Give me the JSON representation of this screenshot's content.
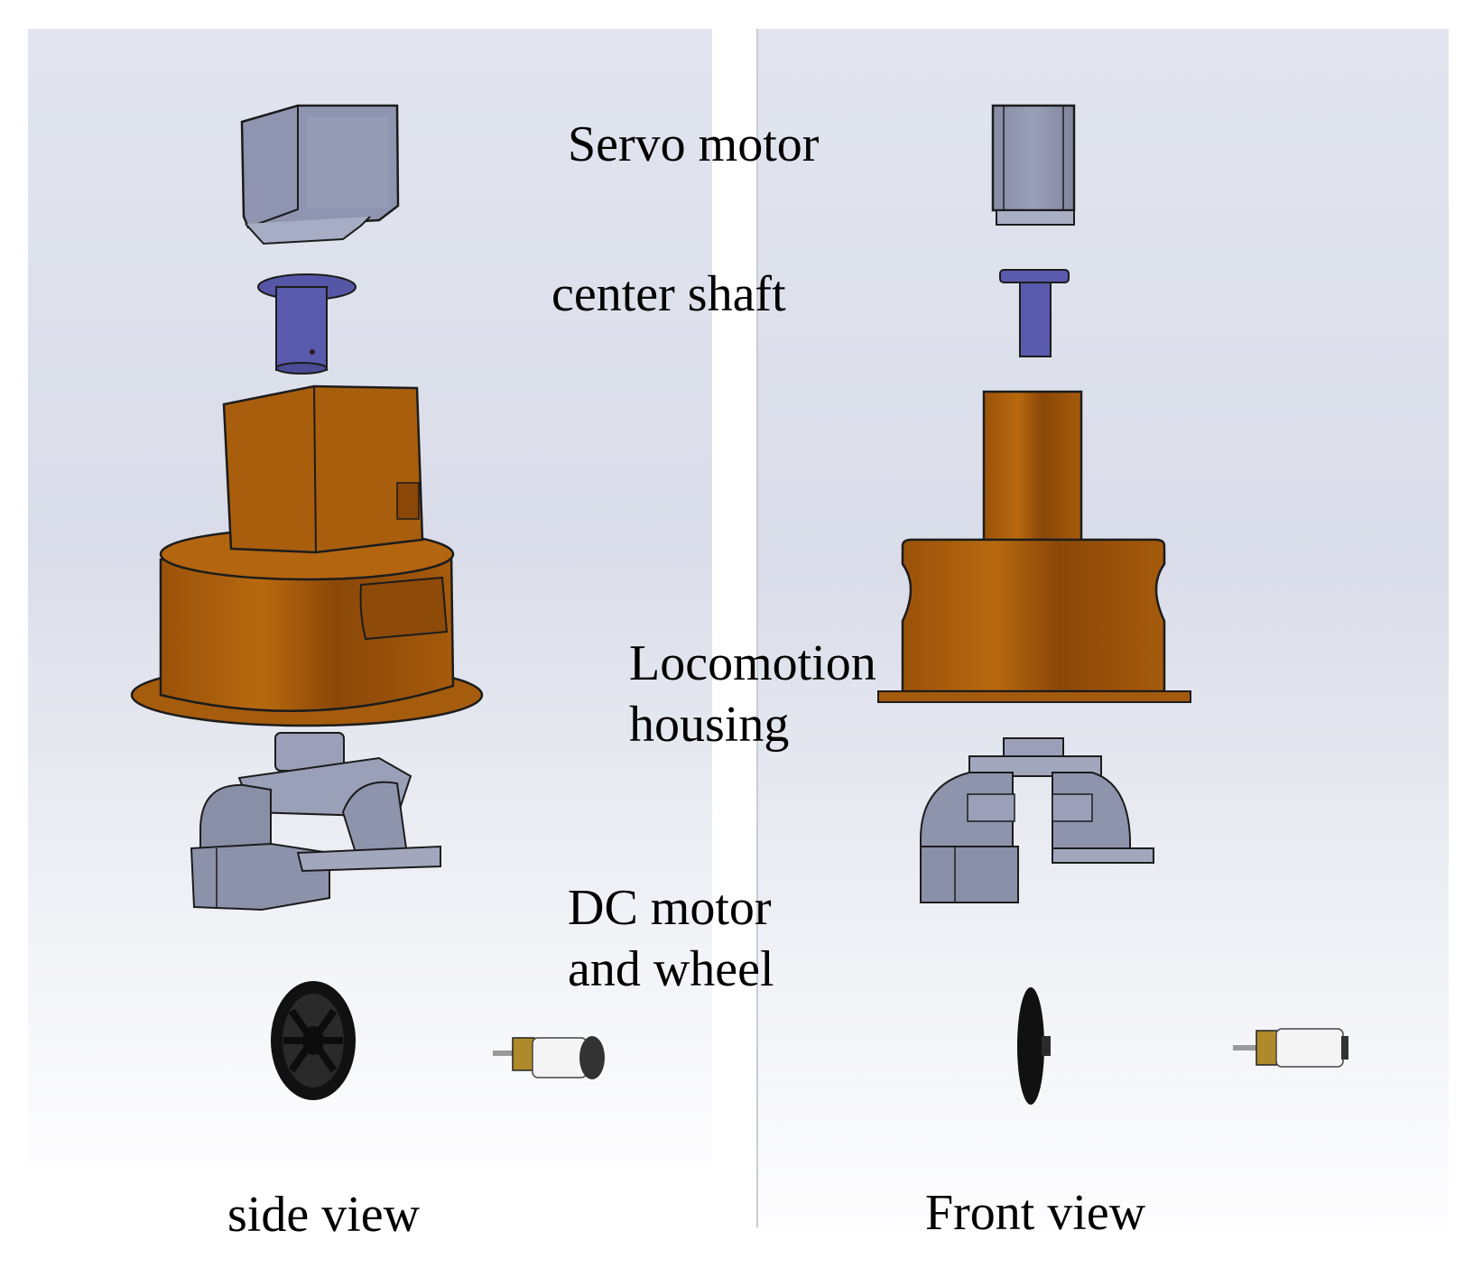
{
  "labels": {
    "servo_motor": "Servo motor",
    "center_shaft": "center shaft",
    "locomotion_housing_line1": "Locomotion",
    "locomotion_housing_line2": "housing",
    "dc_motor_line1": "DC motor",
    "dc_motor_line2": "and wheel",
    "side_view": "side view",
    "front_view": "Front view"
  },
  "colors": {
    "servo_gray": "#8d93ad",
    "shaft_blue": "#5a5aa8",
    "housing_orange": "#a35a0c",
    "bracket_gray": "#8a8fa8",
    "wheel_black": "#1a1a1a",
    "motor_white": "#f2f2f2",
    "motor_brass": "#b08a2a",
    "panel_background": "#dfe2ec"
  }
}
